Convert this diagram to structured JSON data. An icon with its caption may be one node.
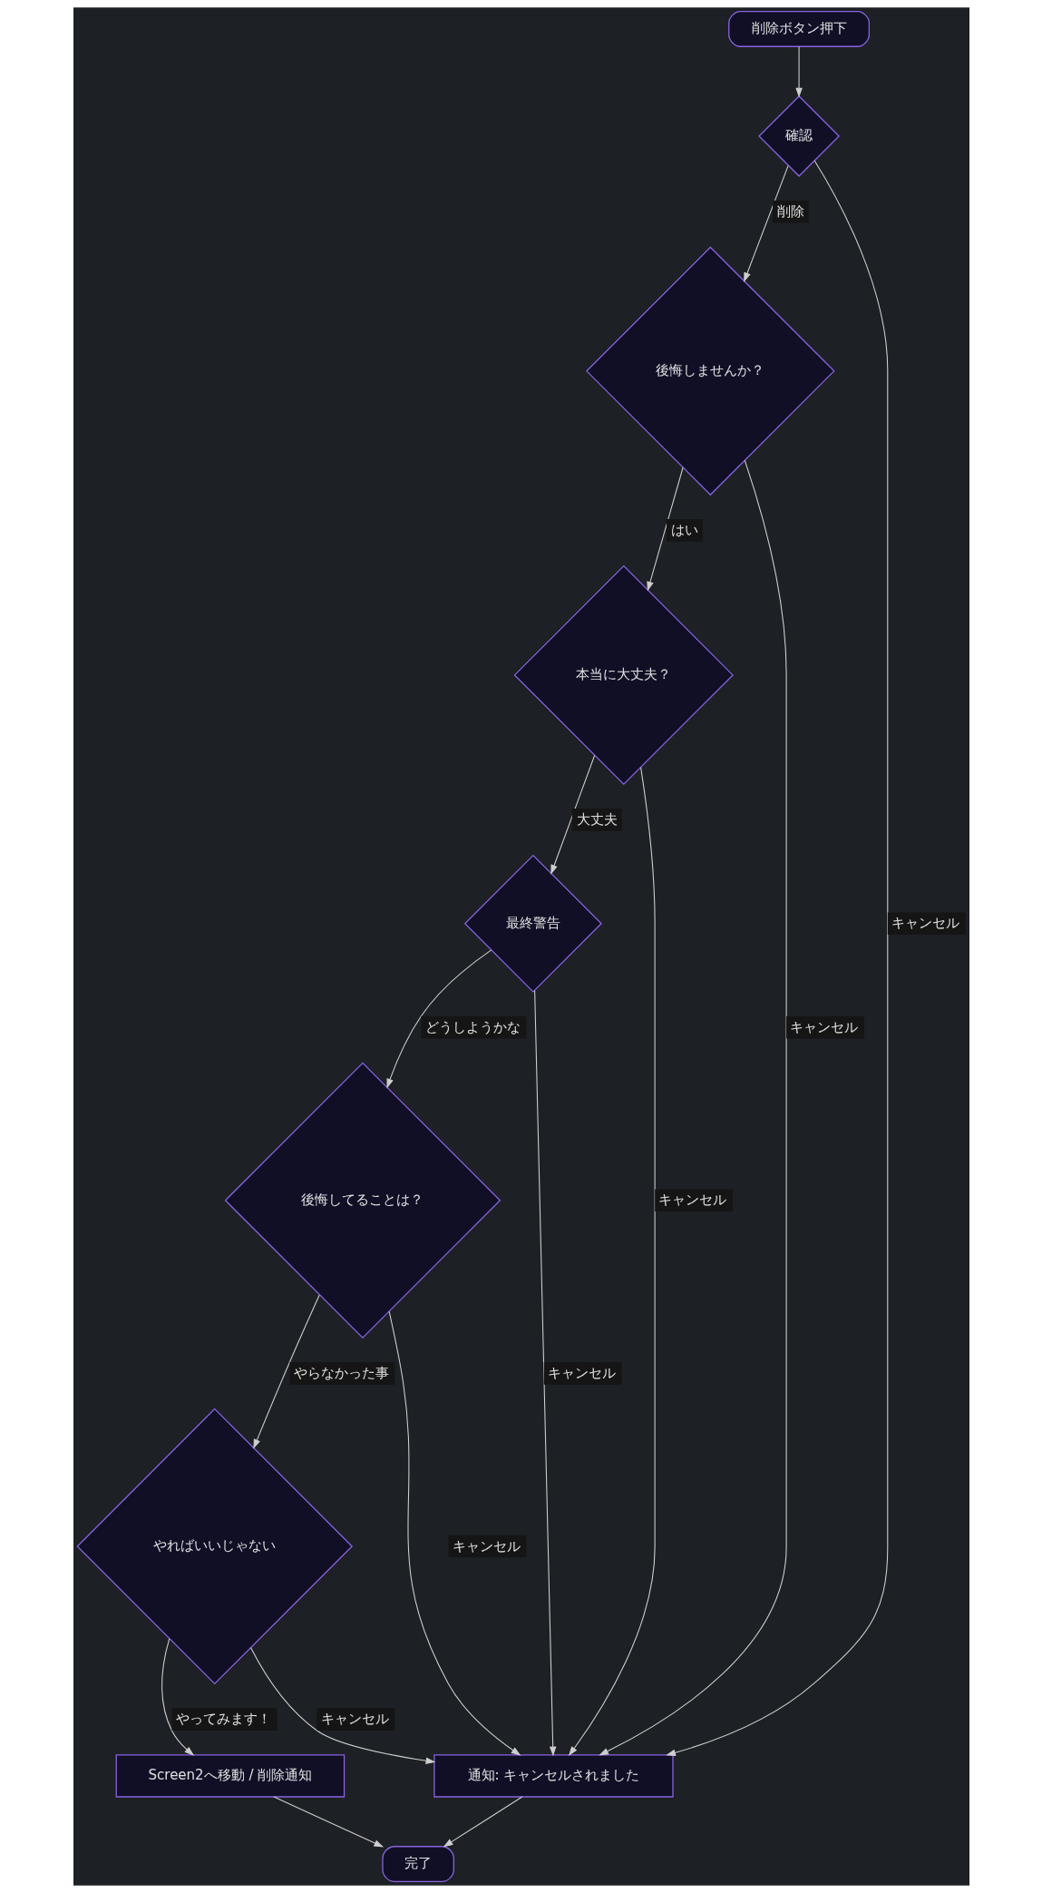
{
  "diagram": {
    "nodes": [
      {
        "text": [
          "削除ボタン押下"
        ]
      },
      {
        "text": [
          "確認"
        ]
      },
      {
        "text": [
          "後悔しませんか？"
        ]
      },
      {
        "text": [
          "本当に大丈夫？"
        ]
      },
      {
        "text": [
          "最終警告"
        ]
      },
      {
        "text": [
          "後悔してることは？"
        ]
      },
      {
        "text": [
          "やればいいじゃない"
        ]
      },
      {
        "text": [
          "Screen2へ移動 / 削除通知"
        ]
      },
      {
        "text": [
          "通知: キャンセルされました"
        ]
      },
      {
        "text": [
          "完了"
        ]
      }
    ],
    "edges": [
      {
        "from": 0,
        "to": 1,
        "arrow": "to"
      },
      {
        "from": 1,
        "to": 2,
        "arrow": "to",
        "label": "削除"
      },
      {
        "from": 1,
        "to": 8,
        "arrow": "to",
        "label": "キャンセル"
      },
      {
        "from": 2,
        "to": 3,
        "arrow": "to",
        "label": "はい"
      },
      {
        "from": 2,
        "to": 8,
        "arrow": "to",
        "label": "キャンセル"
      },
      {
        "from": 3,
        "to": 4,
        "arrow": "to",
        "label": "大丈夫"
      },
      {
        "from": 3,
        "to": 8,
        "arrow": "to",
        "label": "キャンセル"
      },
      {
        "from": 4,
        "to": 5,
        "arrow": "to",
        "label": "どうしようかな"
      },
      {
        "from": 4,
        "to": 8,
        "arrow": "to",
        "label": "キャンセル"
      },
      {
        "from": 5,
        "to": 6,
        "arrow": "to",
        "label": "やらなかった事"
      },
      {
        "from": 5,
        "to": 8,
        "arrow": "to",
        "label": "キャンセル"
      },
      {
        "from": 6,
        "to": 7,
        "arrow": "to",
        "label": "やってみます！"
      },
      {
        "from": 6,
        "to": 8,
        "arrow": "to",
        "label": "キャンセル"
      },
      {
        "from": 7,
        "to": 9,
        "arrow": "to"
      },
      {
        "from": 8,
        "to": 9,
        "arrow": "to"
      }
    ]
  }
}
